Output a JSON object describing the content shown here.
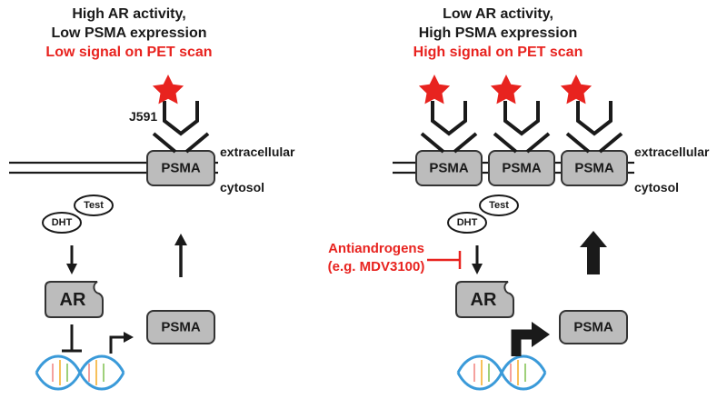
{
  "left_panel": {
    "header": [
      "High AR activity,",
      "Low PSMA expression"
    ],
    "signal": "Low signal on PET scan",
    "antibody_label": "J591",
    "extracellular": "extracellular",
    "cytosol": "cytosol",
    "membrane_psma": "PSMA",
    "test": "Test",
    "dht": "DHT",
    "ar": "AR",
    "psma_product": "PSMA"
  },
  "right_panel": {
    "header": [
      "Low AR activity,",
      "High PSMA expression"
    ],
    "signal": "High signal on PET scan",
    "extracellular": "extracellular",
    "cytosol": "cytosol",
    "membrane_psma": [
      "PSMA",
      "PSMA",
      "PSMA"
    ],
    "test": "Test",
    "dht": "DHT",
    "antiandrogens": [
      "Antiandrogens",
      "(e.g. MDV3100)"
    ],
    "ar": "AR",
    "psma_product": "PSMA"
  },
  "colors": {
    "accent_red": "#e8231f",
    "box_gray": "#bcbcbc",
    "dna_blue": "#3a9ad9"
  }
}
